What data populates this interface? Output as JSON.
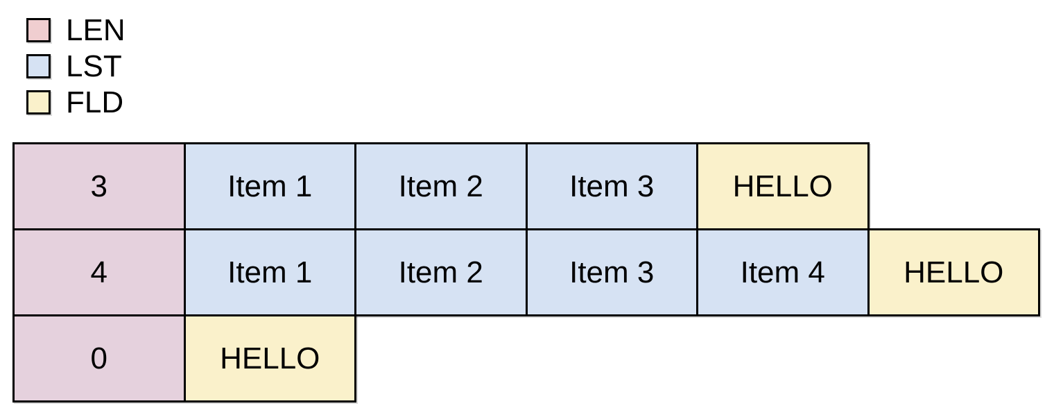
{
  "colors": {
    "legend-len": "#f0ced0",
    "len": "#e5d1dd",
    "lst": "#d6e2f3",
    "fld": "#faf1cb",
    "border": "#000000"
  },
  "legend": {
    "items": [
      {
        "label": "LEN",
        "type": "len"
      },
      {
        "label": "LST",
        "type": "lst"
      },
      {
        "label": "FLD",
        "type": "fld"
      }
    ]
  },
  "table": {
    "rows": [
      {
        "cells": [
          {
            "text": "3",
            "type": "len"
          },
          {
            "text": "Item 1",
            "type": "lst"
          },
          {
            "text": "Item 2",
            "type": "lst"
          },
          {
            "text": "Item 3",
            "type": "lst"
          },
          {
            "text": "HELLO",
            "type": "fld"
          }
        ]
      },
      {
        "cells": [
          {
            "text": "4",
            "type": "len"
          },
          {
            "text": "Item 1",
            "type": "lst"
          },
          {
            "text": "Item 2",
            "type": "lst"
          },
          {
            "text": "Item 3",
            "type": "lst"
          },
          {
            "text": "Item 4",
            "type": "lst"
          },
          {
            "text": "HELLO",
            "type": "fld"
          }
        ]
      },
      {
        "cells": [
          {
            "text": "0",
            "type": "len"
          },
          {
            "text": "HELLO",
            "type": "fld"
          }
        ]
      }
    ]
  }
}
